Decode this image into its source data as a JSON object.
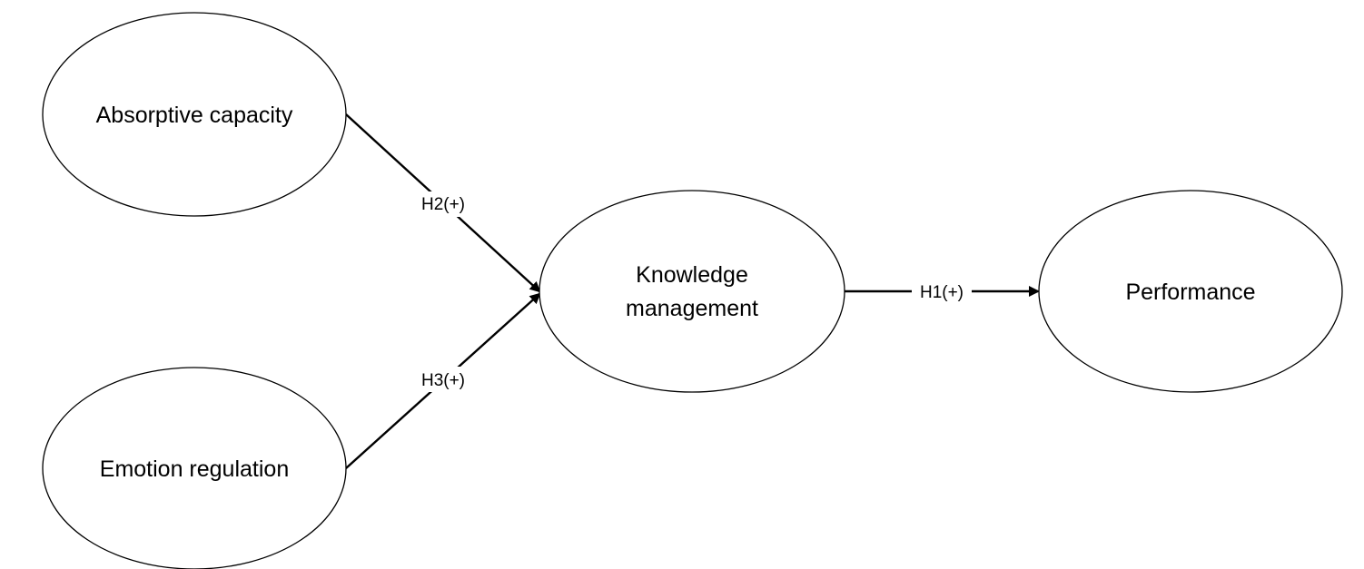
{
  "nodes": {
    "absorptive": {
      "label": "Absorptive capacity"
    },
    "emotion": {
      "label": "Emotion regulation"
    },
    "knowledge": {
      "label_line1": "Knowledge",
      "label_line2": "management"
    },
    "performance": {
      "label": "Performance"
    }
  },
  "edges": {
    "h2": {
      "label": "H2(+)",
      "from": "Absorptive capacity",
      "to": "Knowledge management"
    },
    "h3": {
      "label": "H3(+)",
      "from": "Emotion regulation",
      "to": "Knowledge management"
    },
    "h1": {
      "label": "H1(+)",
      "from": "Knowledge management",
      "to": "Performance"
    }
  }
}
